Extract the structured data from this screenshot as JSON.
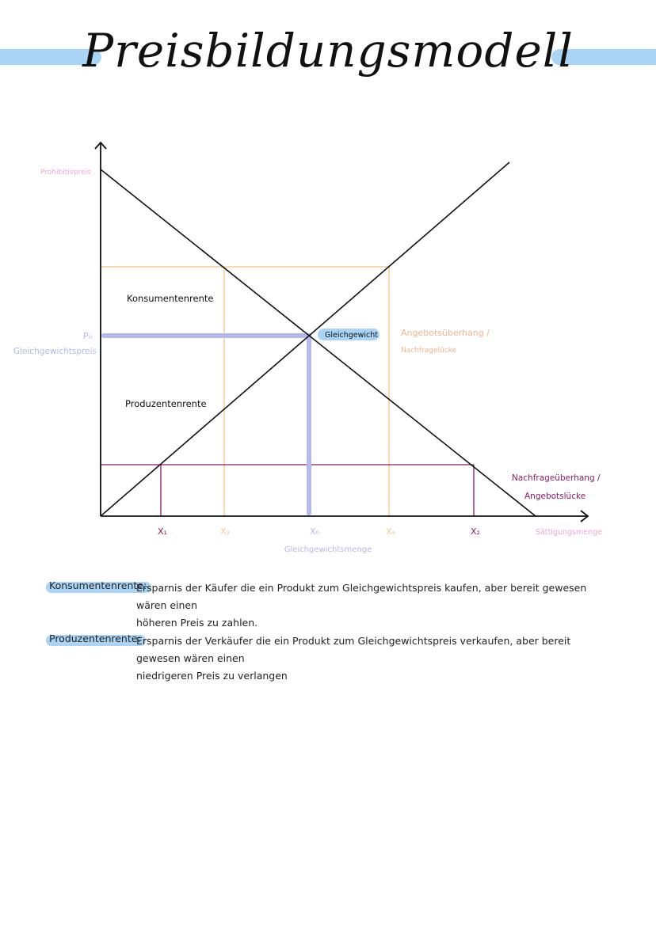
{
  "title": "Preisbildungsmodell",
  "colors": {
    "black": "#111111",
    "peach": "#f5cc95",
    "purple": "#8f1a67",
    "lavender": "#b3b9ef",
    "pink": "#f0a6d6",
    "orange": "#f2b48b",
    "blue_highlight": "#a9d4f5"
  },
  "diagram": {
    "prohibitivpreis": "Prohibitivpreis",
    "p0": "P₀",
    "gleichgewichtspreis": "Gleichgewichtspreis",
    "konsumentenrente": "Konsumentenrente",
    "produzentenrente": "Produzentenrente",
    "gleichgewicht": "Gleichgewicht",
    "angebotsueberhang_1": "Angebotsüberhang /",
    "angebotsueberhang_2": "Nachfragelücke",
    "nachfrageueberhang_1": "Nachfrageüberhang /",
    "nachfrageueberhang_2": "Angebotslücke",
    "x1": "X₁",
    "x3": "X₃",
    "x0": "X₀",
    "x4": "X₄",
    "x2": "X₂",
    "saettigungsmenge": "Sättigungsmenge",
    "gleichgewichtsmenge": "Gleichgewichtsmenge"
  },
  "definitions": [
    {
      "term": "Konsumentenrente:",
      "line1": "Ersparnis der Käufer die ein Produkt zum Gleichgewichtspreis kaufen, aber bereit gewesen wären einen",
      "line2": "höheren Preis zu zahlen."
    },
    {
      "term": "Produzentenrente:",
      "line1": "Ersparnis der Verkäufer die ein Produkt zum Gleichgewichtspreis verkaufen, aber bereit gewesen wären einen",
      "line2": "niedrigeren Preis zu verlangen"
    }
  ]
}
